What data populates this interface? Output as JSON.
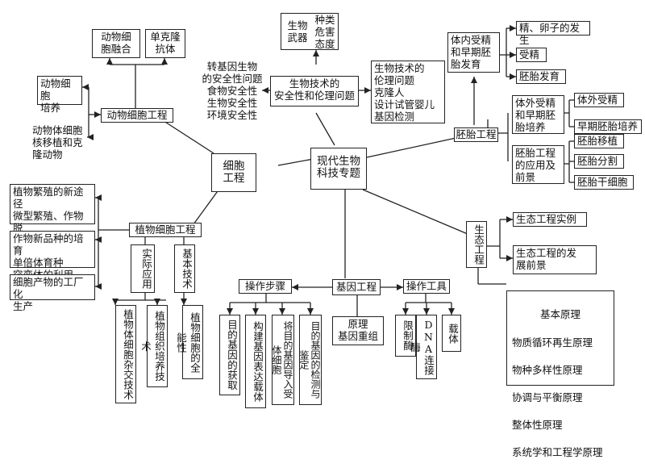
{
  "center": "现代生物\n科技专题",
  "cell_engineering": "细胞\n工程",
  "ethics": "生物技术的\n安全性和伦理问题",
  "transgenic_safety": "转基因生物\n的安全性问题\n食物安全性\n生物安全性\n环境安全性",
  "bio_weapons": "生物\n武器",
  "weapon_traits": "种类\n危害\n态度",
  "ethics_issues": "生物技术的\n伦理问题\n克隆人\n设计试管婴儿\n基因检测",
  "animal_cell_eng": "动物细胞工程",
  "animal_fusion": "动物细\n胞融合",
  "monoclonal": "单克隆\n抗体",
  "animal_culture": "动物细胞\n培养",
  "nuclear_transfer": "动物体细胞\n核移植和克\n隆动物",
  "plant_cell_eng": "植物细胞工程",
  "plant_application": "实际应用",
  "plant_basic_tech": "基本技术",
  "plant_propagation": "植物繁殖的新途径\n微型繁殖、作物脱\n毒、人工种子",
  "crop_breeding": "作物新品种的培育\n单倍体育种\n突变体的利用",
  "cell_products": "细胞产物的工厂化\n生产",
  "somatic_hybrid": "植物体细胞杂交技术",
  "tissue_culture": "植物组织培养技术",
  "totipotency": "植物细胞的全能性",
  "embryo_eng": "胚胎工程",
  "in_vivo": "体内受精\n和早期胚\n胎发育",
  "sperm_egg": "精、卵子的发生",
  "fertilization": "受精",
  "embryo_dev": "胚胎发育",
  "in_vitro": "体外受精\n和早期胚\n胎培养",
  "ivf": "体外受精",
  "early_embryo_culture": "早期胚胎培养",
  "embryo_application": "胚胎工程\n的应用及\n前景",
  "embryo_transfer": "胚胎移植",
  "embryo_split": "胚胎分割",
  "stem_cell": "胚胎干细胞",
  "eco_eng": "生态工程",
  "eco_examples": "生态工程实例",
  "eco_prospects": "生态工程的发\n展前景",
  "basic_principles": {
    "title": "基本原理",
    "items": [
      "物质循环再生原理",
      "物种多样性原理",
      "协调与平衡原理",
      "整体性原理",
      "系统学和工程学原理"
    ]
  },
  "gene_eng": "基因工程",
  "operation_steps": "操作步骤",
  "operation_tools": "操作工具",
  "principle": "原理\n基因重组",
  "step1": "目的基因的获取",
  "step2": "构建基因表达载体",
  "step3": "将目的基因导入受体细胞",
  "step4": "目的基因的检测与鉴定",
  "tool1": "限制酶",
  "tool2": "DNA连接酶",
  "tool3": "载体"
}
